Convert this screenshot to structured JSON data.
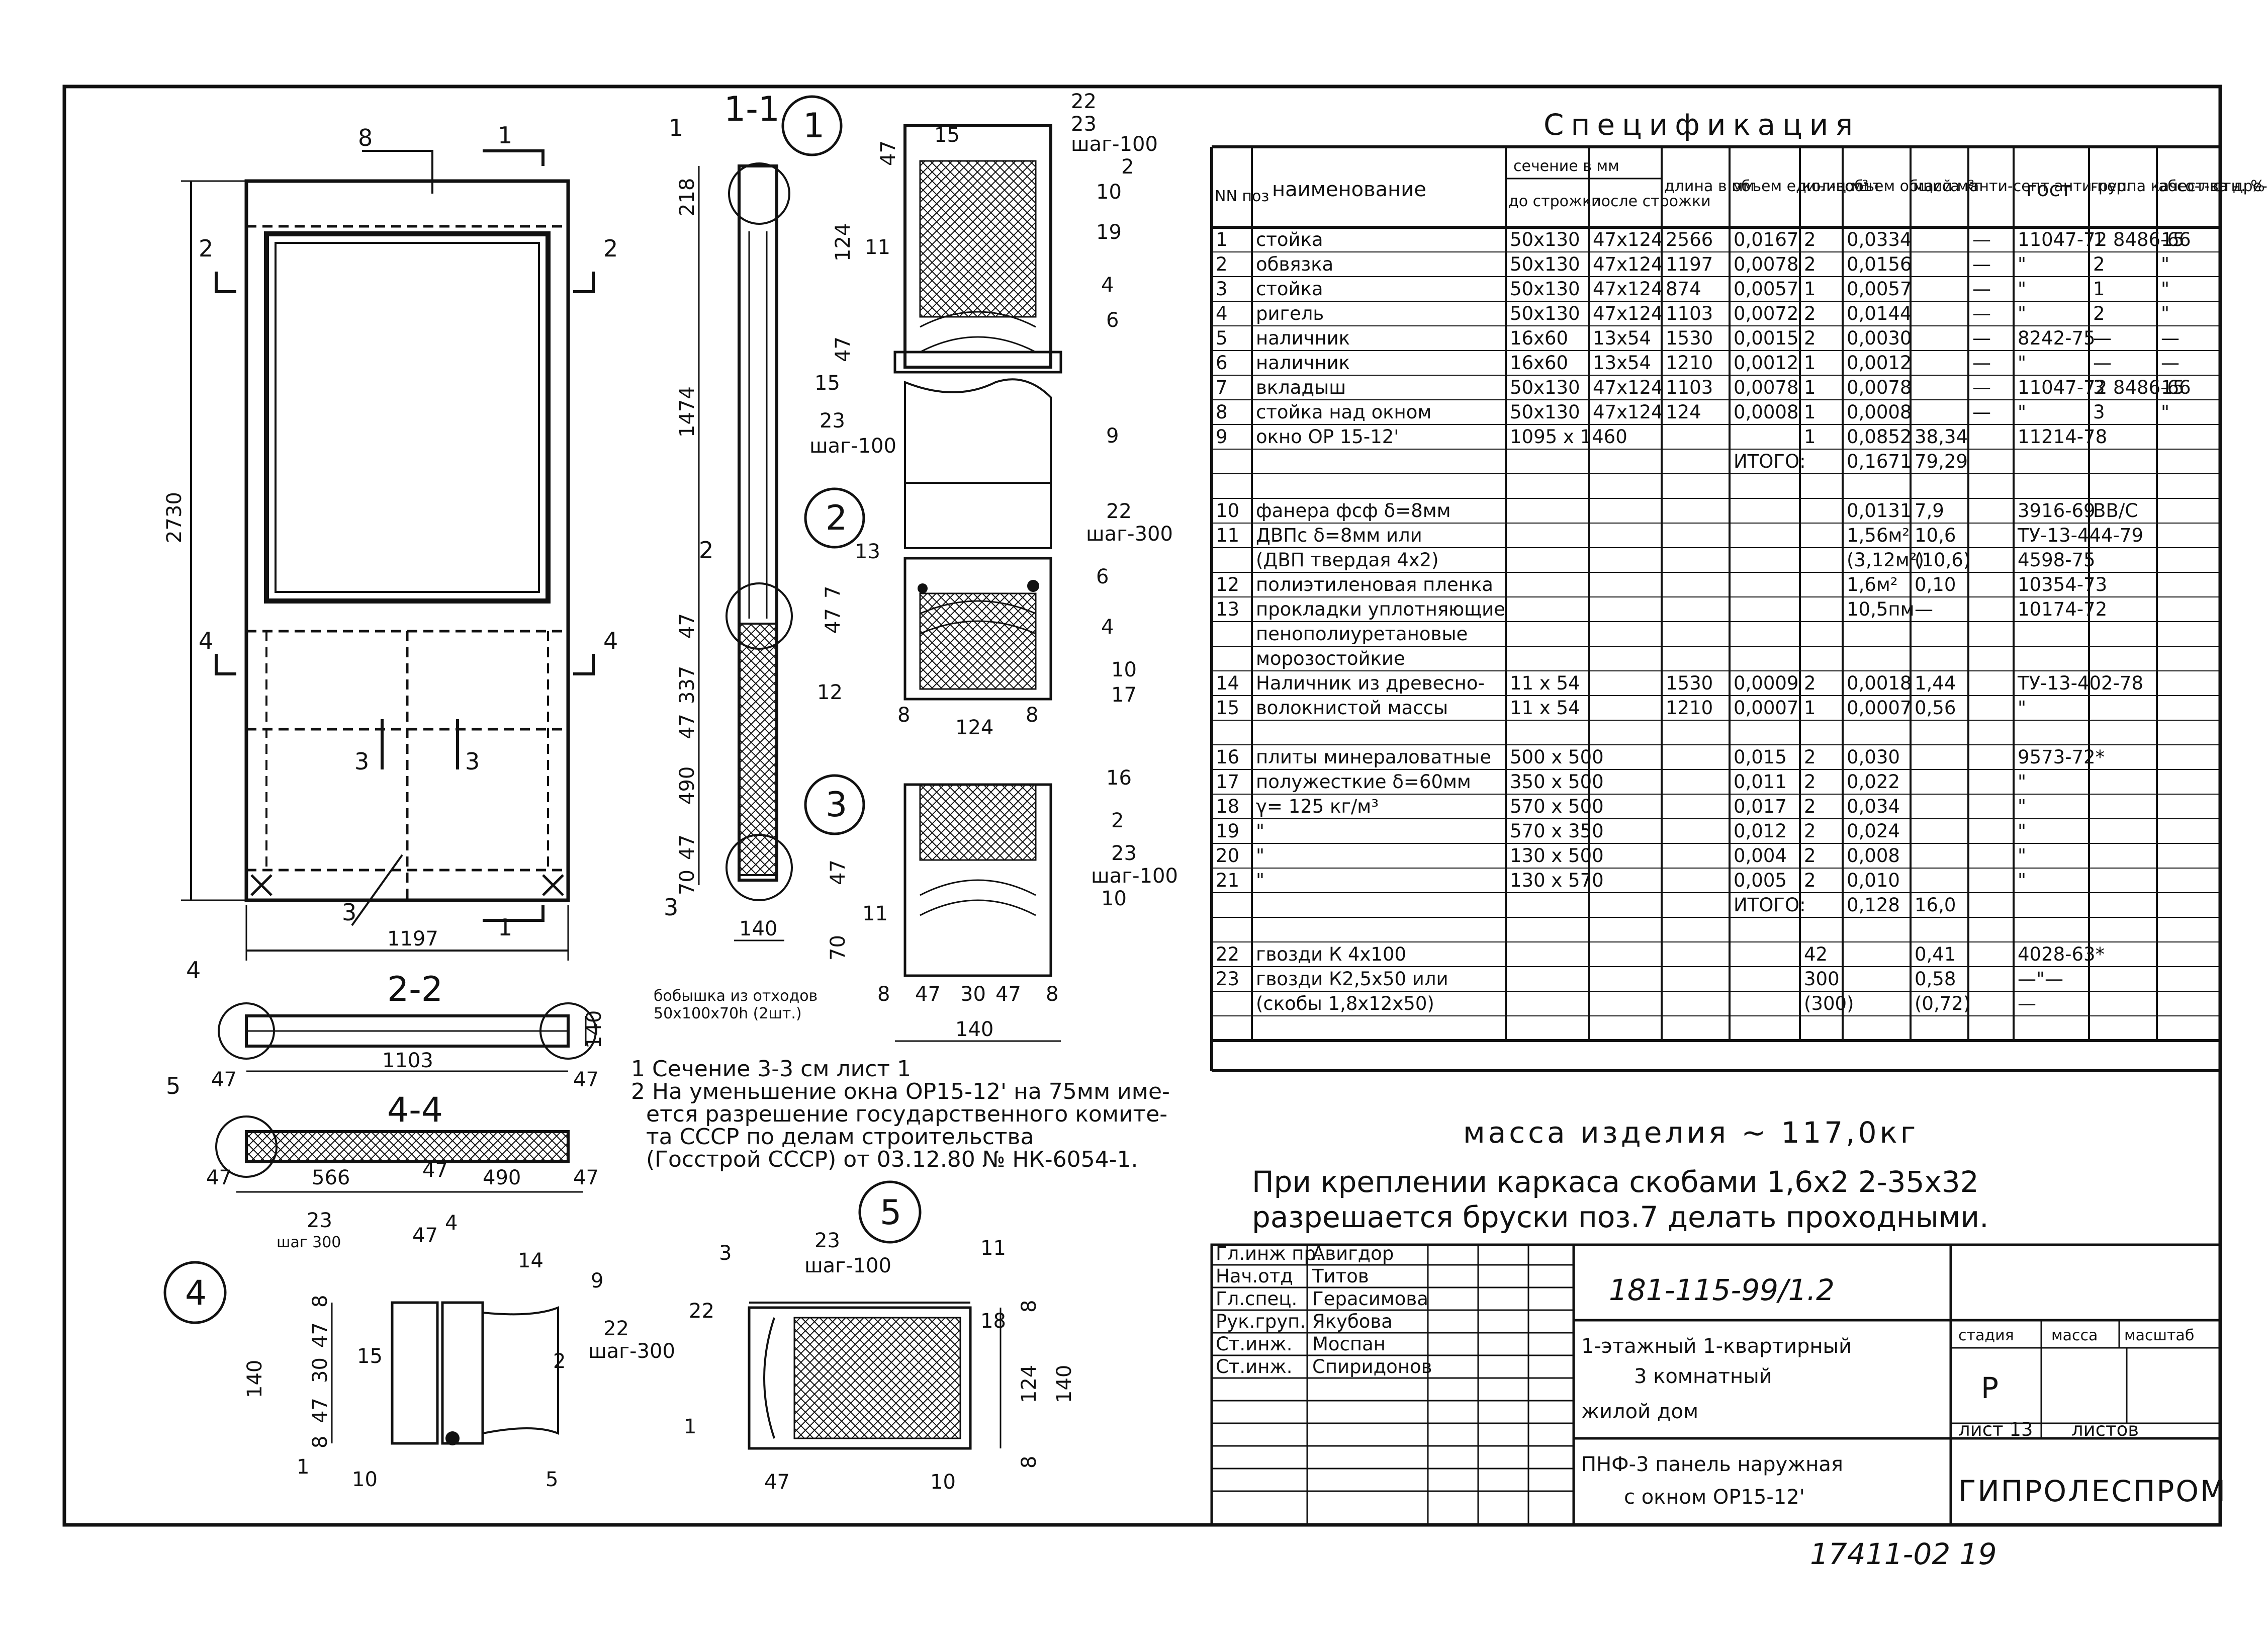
{
  "spec": {
    "title": "Спецификация",
    "headers": {
      "nn": "NN поз",
      "name": "наименование",
      "section": "сечение в мм",
      "section_before": "до строжки",
      "section_after": "после строжки",
      "length": "длина в мм",
      "vol_unit": "объем единиц м³",
      "qty": "кол-во шт",
      "vol_total": "объем общий м³",
      "mass": "масса кг",
      "antisept": "анти-септ анти-пер.",
      "gost": "гост",
      "group": "группа качест-ва дре-весины",
      "moisture": "абсо-лютн. %"
    },
    "rows": [
      {
        "n": "1",
        "name": "стойка",
        "before": "50x130",
        "after": "47x124",
        "len": "2566",
        "vu": "0,0167",
        "q": "2",
        "vt": "0,0334",
        "m": "",
        "a": "—",
        "gost": "11047-72 8486-66",
        "g": "1",
        "w": "15"
      },
      {
        "n": "2",
        "name": "обвязка",
        "before": "50x130",
        "after": "47x124",
        "len": "1197",
        "vu": "0,0078",
        "q": "2",
        "vt": "0,0156",
        "m": "",
        "a": "—",
        "gost": "\"",
        "g": "2",
        "w": "\""
      },
      {
        "n": "3",
        "name": "стойка",
        "before": "50x130",
        "after": "47x124",
        "len": "874",
        "vu": "0,0057",
        "q": "1",
        "vt": "0,0057",
        "m": "",
        "a": "—",
        "gost": "\"",
        "g": "1",
        "w": "\""
      },
      {
        "n": "4",
        "name": "ригель",
        "before": "50x130",
        "after": "47x124",
        "len": "1103",
        "vu": "0,0072",
        "q": "2",
        "vt": "0,0144",
        "m": "",
        "a": "—",
        "gost": "\"",
        "g": "2",
        "w": "\""
      },
      {
        "n": "5",
        "name": "наличник",
        "before": "16x60",
        "after": "13x54",
        "len": "1530",
        "vu": "0,0015",
        "q": "2",
        "vt": "0,0030",
        "m": "",
        "a": "—",
        "gost": "8242-75",
        "g": "—",
        "w": "—"
      },
      {
        "n": "6",
        "name": "наличник",
        "before": "16x60",
        "after": "13x54",
        "len": "1210",
        "vu": "0,0012",
        "q": "1",
        "vt": "0,0012",
        "m": "",
        "a": "—",
        "gost": "\"",
        "g": "—",
        "w": "—"
      },
      {
        "n": "7",
        "name": "вкладыш",
        "before": "50x130",
        "after": "47x124",
        "len": "1103",
        "vu": "0,0078",
        "q": "1",
        "vt": "0,0078",
        "m": "",
        "a": "—",
        "gost": "11047-72 8486-66",
        "g": "3",
        "w": "15"
      },
      {
        "n": "8",
        "name": "стойка над окном",
        "before": "50x130",
        "after": "47x124",
        "len": "124",
        "vu": "0,0008",
        "q": "1",
        "vt": "0,0008",
        "m": "",
        "a": "—",
        "gost": "\"",
        "g": "3",
        "w": "\""
      },
      {
        "n": "9",
        "name": "окно ОР 15-12'",
        "before": "1095 x 1460",
        "after": "",
        "len": "",
        "vu": "",
        "q": "1",
        "vt": "0,0852",
        "m": "38,34",
        "a": "",
        "gost": "11214-78",
        "g": "",
        "w": ""
      },
      {
        "n": "",
        "name": "",
        "before": "",
        "after": "",
        "len": "",
        "vu": "ИТОГО:",
        "q": "",
        "vt": "0,1671",
        "m": "79,29",
        "a": "",
        "gost": "",
        "g": "",
        "w": ""
      },
      {
        "n": "",
        "name": "",
        "before": "",
        "after": "",
        "len": "",
        "vu": "",
        "q": "",
        "vt": "",
        "m": "",
        "a": "",
        "gost": "",
        "g": "",
        "w": ""
      },
      {
        "n": "10",
        "name": "фанера фсф δ=8мм",
        "before": "",
        "after": "",
        "len": "",
        "vu": "",
        "q": "",
        "vt": "0,0131",
        "m": "7,9",
        "a": "",
        "gost": "3916-69",
        "g": "ВВ/С",
        "w": ""
      },
      {
        "n": "11",
        "name": "ДВПс δ=8мм или",
        "before": "",
        "after": "",
        "len": "",
        "vu": "",
        "q": "",
        "vt": "1,56м²",
        "m": "10,6",
        "a": "",
        "gost": "ТУ-13-444-79",
        "g": "",
        "w": ""
      },
      {
        "n": "",
        "name": "(ДВП твердая 4x2)",
        "before": "",
        "after": "",
        "len": "",
        "vu": "",
        "q": "",
        "vt": "(3,12м²)",
        "m": "(10,6)",
        "a": "",
        "gost": "4598-75",
        "g": "",
        "w": ""
      },
      {
        "n": "12",
        "name": "полиэтиленовая пленка",
        "before": "",
        "after": "",
        "len": "",
        "vu": "",
        "q": "",
        "vt": "1,6м²",
        "m": "0,10",
        "a": "",
        "gost": "10354-73",
        "g": "",
        "w": ""
      },
      {
        "n": "13",
        "name": "прокладки уплотняющие",
        "before": "",
        "after": "",
        "len": "",
        "vu": "",
        "q": "",
        "vt": "10,5пм",
        "m": "—",
        "a": "",
        "gost": "10174-72",
        "g": "",
        "w": ""
      },
      {
        "n": "",
        "name": "пенополиуретановые",
        "before": "",
        "after": "",
        "len": "",
        "vu": "",
        "q": "",
        "vt": "",
        "m": "",
        "a": "",
        "gost": "",
        "g": "",
        "w": ""
      },
      {
        "n": "",
        "name": "морозостойкие",
        "before": "",
        "after": "",
        "len": "",
        "vu": "",
        "q": "",
        "vt": "",
        "m": "",
        "a": "",
        "gost": "",
        "g": "",
        "w": ""
      },
      {
        "n": "14",
        "name": "Наличник из древесно-",
        "before": "11 x 54",
        "after": "",
        "len": "1530",
        "vu": "0,0009",
        "q": "2",
        "vt": "0,0018",
        "m": "1,44",
        "a": "",
        "gost": "ТУ-13-402-78",
        "g": "",
        "w": ""
      },
      {
        "n": "15",
        "name": "волокнистой массы",
        "before": "11 x 54",
        "after": "",
        "len": "1210",
        "vu": "0,0007",
        "q": "1",
        "vt": "0,0007",
        "m": "0,56",
        "a": "",
        "gost": "\"",
        "g": "",
        "w": ""
      },
      {
        "n": "",
        "name": "",
        "before": "",
        "after": "",
        "len": "",
        "vu": "",
        "q": "",
        "vt": "",
        "m": "",
        "a": "",
        "gost": "",
        "g": "",
        "w": ""
      },
      {
        "n": "16",
        "name": "плиты минераловатные",
        "before": "500 x 500",
        "after": "",
        "len": "",
        "vu": "0,015",
        "q": "2",
        "vt": "0,030",
        "m": "",
        "a": "",
        "gost": "9573-72*",
        "g": "",
        "w": ""
      },
      {
        "n": "17",
        "name": "полужесткие δ=60мм",
        "before": "350 x 500",
        "after": "",
        "len": "",
        "vu": "0,011",
        "q": "2",
        "vt": "0,022",
        "m": "",
        "a": "",
        "gost": "\"",
        "g": "",
        "w": ""
      },
      {
        "n": "18",
        "name": "γ= 125 кг/м³",
        "before": "570 x 500",
        "after": "",
        "len": "",
        "vu": "0,017",
        "q": "2",
        "vt": "0,034",
        "m": "",
        "a": "",
        "gost": "\"",
        "g": "",
        "w": ""
      },
      {
        "n": "19",
        "name": "\"",
        "before": "570 x 350",
        "after": "",
        "len": "",
        "vu": "0,012",
        "q": "2",
        "vt": "0,024",
        "m": "",
        "a": "",
        "gost": "\"",
        "g": "",
        "w": ""
      },
      {
        "n": "20",
        "name": "\"",
        "before": "130 x 500",
        "after": "",
        "len": "",
        "vu": "0,004",
        "q": "2",
        "vt": "0,008",
        "m": "",
        "a": "",
        "gost": "\"",
        "g": "",
        "w": ""
      },
      {
        "n": "21",
        "name": "\"",
        "before": "130 x 570",
        "after": "",
        "len": "",
        "vu": "0,005",
        "q": "2",
        "vt": "0,010",
        "m": "",
        "a": "",
        "gost": "\"",
        "g": "",
        "w": ""
      },
      {
        "n": "",
        "name": "",
        "before": "",
        "after": "",
        "len": "",
        "vu": "ИТОГО:",
        "q": "",
        "vt": "0,128",
        "m": "16,0",
        "a": "",
        "gost": "",
        "g": "",
        "w": ""
      },
      {
        "n": "",
        "name": "",
        "before": "",
        "after": "",
        "len": "",
        "vu": "",
        "q": "",
        "vt": "",
        "m": "",
        "a": "",
        "gost": "",
        "g": "",
        "w": ""
      },
      {
        "n": "22",
        "name": "гвозди К 4x100",
        "before": "",
        "after": "",
        "len": "",
        "vu": "",
        "q": "42",
        "vt": "",
        "m": "0,41",
        "a": "",
        "gost": "4028-63*",
        "g": "",
        "w": ""
      },
      {
        "n": "23",
        "name": "гвозди К2,5x50 или",
        "before": "",
        "after": "",
        "len": "",
        "vu": "",
        "q": "300",
        "vt": "",
        "m": "0,58",
        "a": "",
        "gost": "—\"—",
        "g": "",
        "w": ""
      },
      {
        "n": "",
        "name": "(скобы 1,8x12x50)",
        "before": "",
        "after": "",
        "len": "",
        "vu": "",
        "q": "(300)",
        "vt": "",
        "m": "(0,72)",
        "a": "",
        "gost": "—",
        "g": "",
        "w": ""
      },
      {
        "n": "",
        "name": "",
        "before": "",
        "after": "",
        "len": "",
        "vu": "",
        "q": "",
        "vt": "",
        "m": "",
        "a": "",
        "gost": "",
        "g": "",
        "w": ""
      }
    ],
    "mass_total": "масса изделия ~ 117,0кг"
  },
  "fastening_note": {
    "line1": "При креплении каркаса скобами 1,6x2 2-35x32",
    "line2": "разрешается бруски поз.7 делать проходными."
  },
  "notes": {
    "n1": "1  Сечение 3-3 см лист 1",
    "n2a": "2  На уменьшение окна ОР15-12' на 75мм име-",
    "n2b": "ется разрешение государственного комите-",
    "n2c": "та СССР по делам строительства",
    "n2d": "(Госстрой СССР) от 03.12.80 № НК-6054-1."
  },
  "elevation": {
    "overall_height": "2730",
    "overall_width": "1197",
    "cut_1": "1",
    "cut_2": "2",
    "cut_3": "3",
    "cut_4": "4",
    "pos_8": "8",
    "pos_3": "3"
  },
  "section_22": {
    "title": "2-2",
    "width": "1103",
    "left": "47",
    "right": "47",
    "thick": "140",
    "pos_4": "4"
  },
  "section_44": {
    "title": "4-4",
    "d1": "47",
    "d2": "566",
    "d3": "47",
    "d4": "490",
    "d5": "47",
    "pos_5": "5"
  },
  "section_11": {
    "title": "1-1",
    "d218": "218",
    "d1474": "1474",
    "d47a": "47",
    "d337": "337",
    "d47b": "47",
    "d490": "490",
    "d47c": "47",
    "d70": "70",
    "d140": "140",
    "pos_1": "1",
    "pos_2": "2",
    "pos_3": "3",
    "bobyshka_a": "бобышка из отходов",
    "bobyshka_b": "50x100x70h (2шт.)"
  },
  "node1": {
    "num": "1",
    "d47": "47",
    "d124": "124",
    "d47b": "47",
    "labels": [
      "22",
      "23",
      "шаг-100",
      "2",
      "10",
      "19",
      "4",
      "6",
      "15",
      "23",
      "шаг-100",
      "9",
      "11",
      "15"
    ]
  },
  "node2": {
    "num": "2",
    "d7": "7",
    "d47": "47",
    "d8a": "8",
    "d124": "124",
    "d8b": "8",
    "labels": [
      "22",
      "шаг-300",
      "13",
      "6",
      "4",
      "10",
      "17",
      "12"
    ]
  },
  "node3": {
    "num": "3",
    "d47": "47",
    "d70": "70",
    "d8a": "8",
    "d47a": "47",
    "d30": "30",
    "d47b": "47",
    "d8b": "8",
    "d140": "140",
    "labels": [
      "16",
      "2",
      "23",
      "шаг-100",
      "10",
      "11"
    ]
  },
  "node4": {
    "num": "4",
    "d23": "23",
    "step": "шаг 300",
    "d47": "47",
    "d4": "4",
    "d140": "140",
    "d8a": "8",
    "d47a": "47",
    "d30": "30",
    "d47b": "47",
    "d8b": "8",
    "labels": [
      "14",
      "9",
      "22",
      "шаг-300",
      "15",
      "1",
      "10",
      "5",
      "2"
    ]
  },
  "node5": {
    "num": "5",
    "d3": "3",
    "d23": "23",
    "step": "шаг-100",
    "d8a": "8",
    "d124": "124",
    "d140": "140",
    "d8b": "8",
    "d47": "47",
    "labels": [
      "11",
      "22",
      "18",
      "1",
      "10"
    ]
  },
  "titleblock": {
    "roles": [
      "Гл.инж пр.",
      "Нач.отд",
      "Гл.спец.",
      "Рук.груп.",
      "Ст.инж.",
      "Ст.инж."
    ],
    "names": [
      "Авигдор",
      "Титов",
      "Герасимова",
      "Якубова",
      "Моспан",
      "Спиридонов"
    ],
    "code": "181-115-99/1.2",
    "project_a": "1-этажный 1-квартирный",
    "project_b": "3 комнатный",
    "project_c": "жилой дом",
    "sheet_title_a": "ПНФ-3 панель наружная",
    "sheet_title_b": "с окном ОР15-12'",
    "stage_label": "стадия",
    "mass_label": "масса",
    "scale_label": "масштаб",
    "stage": "Р",
    "sheet_label": "лист 13",
    "sheets_label": "листов",
    "org": "ГИПРОЛЕСПРОМ"
  },
  "stamp": "17411-02   19"
}
